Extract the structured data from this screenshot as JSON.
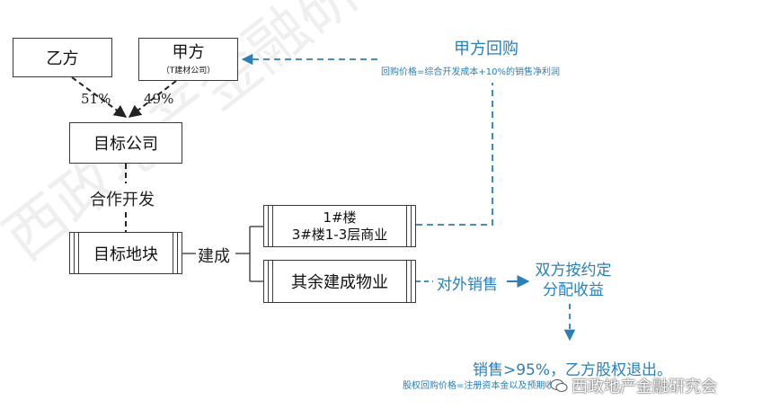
{
  "nodes": {
    "yi": {
      "label": "乙方"
    },
    "jia": {
      "label": "甲方",
      "sub": "（T建材公司）"
    },
    "target_company": {
      "label": "目标公司"
    },
    "target_land": {
      "label": "目标地块"
    },
    "building1": {
      "line1": "1#楼",
      "line2": "3#楼1-3层商业"
    },
    "other_property": {
      "label": "其余建成物业"
    }
  },
  "edges": {
    "yi_share": "51%",
    "jia_share": "49%",
    "cooperation": "合作开发",
    "build": "建成",
    "external_sales": "对外销售"
  },
  "annotations": {
    "buyback_title": "甲方回购",
    "buyback_price": "回购价格=综合开发成本+10%的销售净利润",
    "distribution_line1": "双方按约定",
    "distribution_line2": "分配收益",
    "exit_title": "销售>95%，乙方股权退出。",
    "equity_buyback_price": "股权回购价格=注册资本金以及预期收益"
  },
  "watermark": {
    "text": "西政地产金融研究会"
  },
  "colors": {
    "accent": "#2a7fb8",
    "line": "#3a3a3a"
  }
}
